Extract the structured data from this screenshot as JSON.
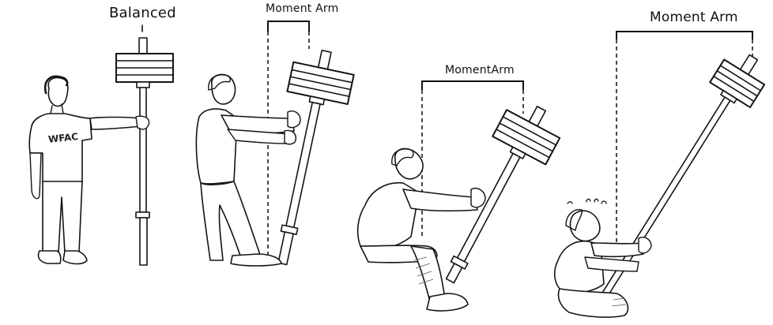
{
  "diagram": {
    "description": "Four-panel illustration showing a person holding a vertical weighted bar, with the moment arm growing as the bar tilts away",
    "colors": {
      "ink": "#141414",
      "background": "#ffffff",
      "shade": "#555555"
    },
    "panels": [
      {
        "id": 1,
        "label": "Balanced",
        "shirt_text": "WFAC",
        "pose": "standing upright, arm extended holding vertical bar"
      },
      {
        "id": 2,
        "label": "Moment Arm",
        "pose": "leaning back slightly, both hands on bar tilted forward"
      },
      {
        "id": 3,
        "label": "MomentArm",
        "pose": "squatting low, bar tilted further forward"
      },
      {
        "id": 4,
        "label": "Moment Arm",
        "pose": "deep squat, straining, bar tilted far forward with sweat drops"
      }
    ]
  }
}
